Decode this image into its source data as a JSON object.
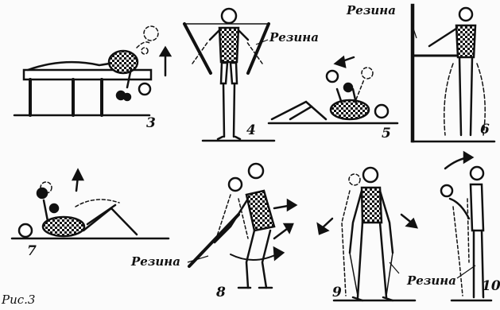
{
  "caption": "Рис.3",
  "band_label": "Резина",
  "exercises": [
    {
      "number": "3"
    },
    {
      "number": "4"
    },
    {
      "number": "5"
    },
    {
      "number": "6"
    },
    {
      "number": "7"
    },
    {
      "number": "8"
    },
    {
      "number": "9"
    },
    {
      "number": "10"
    }
  ]
}
